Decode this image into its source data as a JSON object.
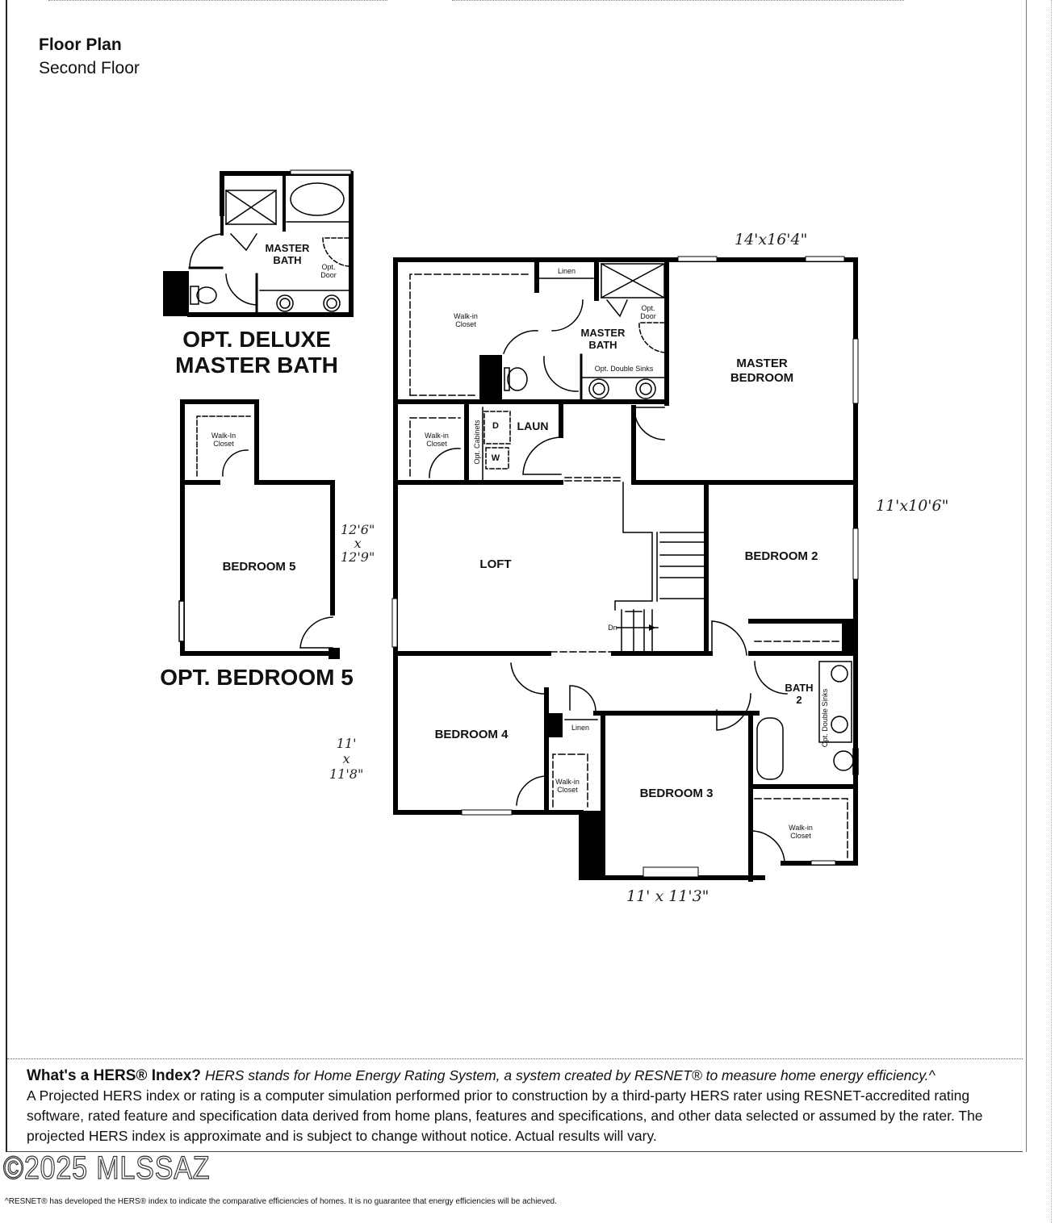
{
  "header": {
    "title": "Floor Plan",
    "subtitle": "Second Floor"
  },
  "plan": {
    "rooms": {
      "master_bedroom": "MASTER\nBEDROOM",
      "master_bath": "MASTER\nBATH",
      "walk_in_closet_master": "Walk-in\nCloset",
      "linen_master": "Linen",
      "opt_door_master": "Opt.\nDoor",
      "opt_double_sinks_master": "Opt. Double Sinks",
      "walk_in_closet_upper": "Walk-in\nCloset",
      "laundry": "LAUN",
      "dryer": "D",
      "washer": "W",
      "opt_cabinets": "Opt. Cabinets",
      "loft": "LOFT",
      "stairs_down": "Dn",
      "bedroom_2": "BEDROOM 2",
      "bath_2": "BATH\n2",
      "opt_double_sinks_bath2": "Opt. Double Sinks",
      "bedroom_4": "BEDROOM 4",
      "linen_hall": "Linen",
      "walk_in_closet_bed4": "Walk-in\nCloset",
      "bedroom_3": "BEDROOM 3",
      "walk_in_closet_bed3": "Walk-in\nCloset"
    },
    "handwritten_dimensions": {
      "master_bedroom": "14'x16'4\"",
      "bedroom_2": "11'x10'6\"",
      "bedroom_5": "12'6\"\nx\n12'9\"",
      "bedroom_4": "11'\nx\n11'8\"",
      "bedroom_3": "11' x 11'3\""
    }
  },
  "options": {
    "deluxe_bath": {
      "room_label": "MASTER\nBATH",
      "opt_door": "Opt.\nDoor",
      "caption": "OPT. DELUXE\nMASTER BATH"
    },
    "bedroom_5": {
      "room_label": "BEDROOM 5",
      "closet_label": "Walk-In\nCloset",
      "caption": "OPT. BEDROOM 5"
    }
  },
  "hers": {
    "question": "What's a HERS® Index?",
    "definition": "HERS stands for Home Energy Rating System, a system created by RESNET® to measure home energy efficiency.^",
    "body": "A Projected HERS index or rating is a computer simulation performed prior to construction by a third-party HERS rater using RESNET-accredited rating software, rated feature and specification data derived from home plans, features and specifications, and other data selected or assumed by the rater. The projected HERS index is approximate and is subject to change without notice. Actual results will vary."
  },
  "watermark": "©2025 MLSSAZ",
  "footnote": "^RESNET® has developed the HERS® index to indicate the comparative efficiencies of homes. It is no guarantee that energy efficiencies will be achieved."
}
